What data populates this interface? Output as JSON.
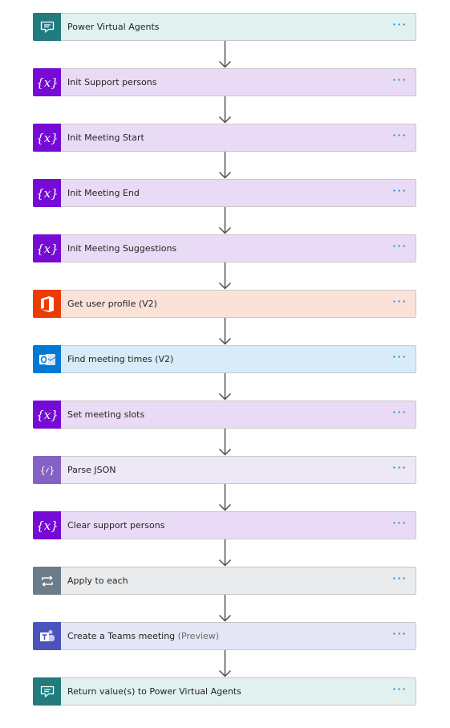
{
  "theme": {
    "pva": {
      "tile": "#227b7e",
      "bg": "#e1f1ef"
    },
    "variable": {
      "tile": "#770bd6",
      "bg": "#e9dbf5"
    },
    "office": {
      "tile": "#eb3c00",
      "bg": "#fbe2d9"
    },
    "outlook": {
      "tile": "#0078d4",
      "bg": "#d9ebf8"
    },
    "json": {
      "tile": "#8661c5",
      "bg": "#ede7f6"
    },
    "control": {
      "tile": "#6b7c8a",
      "bg": "#e9ebed"
    },
    "teams": {
      "tile": "#4b53bc",
      "bg": "#e4e5f5"
    },
    "menu_color": "#0078d4",
    "arrow_color": "#505050"
  },
  "steps": [
    {
      "title": "Power Virtual Agents",
      "suffix": "",
      "kind": "pva",
      "icon": "chat-bot-icon"
    },
    {
      "title": "Init Support persons",
      "suffix": "",
      "kind": "variable",
      "icon": "variable-icon"
    },
    {
      "title": "Init Meeting Start",
      "suffix": "",
      "kind": "variable",
      "icon": "variable-icon"
    },
    {
      "title": "Init Meeting End",
      "suffix": "",
      "kind": "variable",
      "icon": "variable-icon"
    },
    {
      "title": "Init Meeting Suggestions",
      "suffix": "",
      "kind": "variable",
      "icon": "variable-icon"
    },
    {
      "title": "Get user profile (V2)",
      "suffix": "",
      "kind": "office",
      "icon": "office365-icon"
    },
    {
      "title": "Find meeting times (V2)",
      "suffix": "",
      "kind": "outlook",
      "icon": "outlook-icon"
    },
    {
      "title": "Set meeting slots",
      "suffix": "",
      "kind": "variable",
      "icon": "variable-icon"
    },
    {
      "title": "Parse JSON",
      "suffix": "",
      "kind": "json",
      "icon": "parse-json-icon"
    },
    {
      "title": "Clear support persons",
      "suffix": "",
      "kind": "variable",
      "icon": "variable-icon"
    },
    {
      "title": "Apply to each",
      "suffix": "",
      "kind": "control",
      "icon": "loop-icon"
    },
    {
      "title": "Create a Teams meeting",
      "suffix": "(Preview)",
      "kind": "teams",
      "icon": "teams-icon"
    },
    {
      "title": "Return value(s) to Power Virtual Agents",
      "suffix": "",
      "kind": "pva",
      "icon": "chat-bot-icon"
    }
  ],
  "menu_glyph": "···"
}
